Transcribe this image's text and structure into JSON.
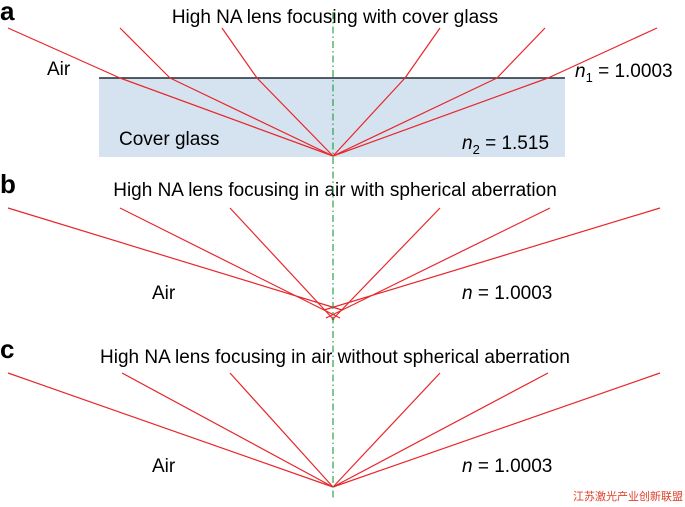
{
  "panels": [
    {
      "letter": "a",
      "title": "High NA lens focusing with cover glass",
      "medium_left": "Air",
      "medium_inner": "Cover glass",
      "n1": {
        "symbol": "n",
        "sub": "1",
        "value": " = 1.0003"
      },
      "n2": {
        "symbol": "n",
        "sub": "2",
        "value": " = 1.515"
      }
    },
    {
      "letter": "b",
      "title": "High NA lens focusing in air with spherical aberration",
      "medium_left": "Air",
      "n": {
        "symbol": "n",
        "value": " = 1.0003"
      }
    },
    {
      "letter": "c",
      "title": "High NA lens focusing in air without spherical aberration",
      "medium_left": "Air",
      "n": {
        "symbol": "n",
        "value": " = 1.0003"
      }
    }
  ],
  "watermark": "江苏激光产业创新联盟",
  "colors": {
    "ray": "#e8262a",
    "optical_axis": "#1a9a3a",
    "cover_glass_fill": "#d5e3f0",
    "interface_line": "#1e2a33",
    "watermark": "#e0402a"
  }
}
